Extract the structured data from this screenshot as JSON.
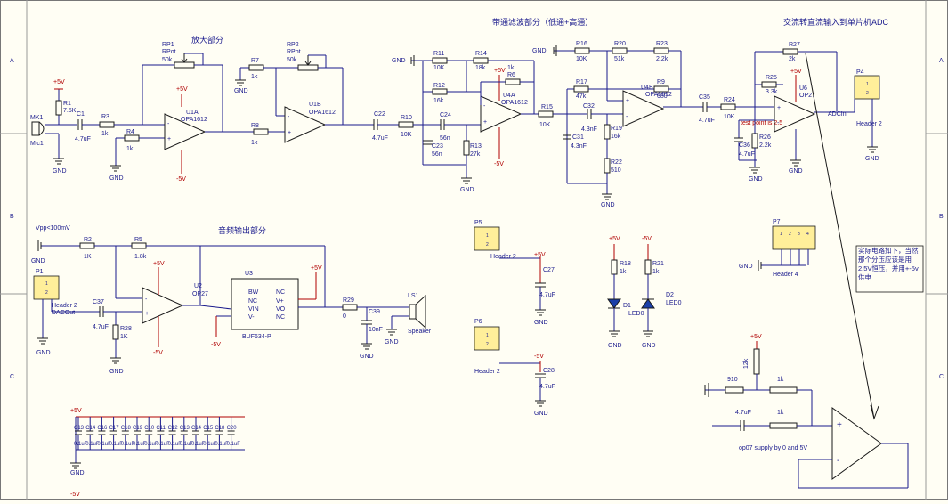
{
  "border_letters": [
    "A",
    "B",
    "C"
  ],
  "titles": {
    "amplifier": "放大部分",
    "bandpass": "带通滤波部分（低通+高通）",
    "ac_to_dc": "交流转直流输入到单片机ADC",
    "audio_out": "音频输出部分"
  },
  "rails": {
    "plus5": "+5V",
    "minus5": "-5V",
    "gnd": "GND"
  },
  "opamps": {
    "u1a": {
      "ref": "U1A",
      "part": "OPA1612"
    },
    "u1b": {
      "ref": "U1B",
      "part": "OPA1612"
    },
    "u4a": {
      "ref": "U4A",
      "part": "OPA1612"
    },
    "u4b": {
      "ref": "U4B",
      "part": "OPA1612"
    },
    "u6": {
      "ref": "U6",
      "part": "OP27"
    },
    "u2": {
      "ref": "U2",
      "part": "OP27"
    }
  },
  "mic": {
    "ref": "MK1",
    "name": "Mic1"
  },
  "pots": {
    "rp1": {
      "ref": "RP1",
      "type": "RPot",
      "value": "50k"
    },
    "rp2": {
      "ref": "RP2",
      "type": "RPot",
      "value": "50k"
    }
  },
  "resistors": {
    "r1": {
      "ref": "R1",
      "value": "7.5K"
    },
    "r3": {
      "ref": "R3",
      "value": "1k"
    },
    "r4": {
      "ref": "R4",
      "value": "1k"
    },
    "r7": {
      "ref": "R7",
      "value": "1k"
    },
    "r8": {
      "ref": "R8",
      "value": "1k"
    },
    "r10": {
      "ref": "R10",
      "value": "10K"
    },
    "r11": {
      "ref": "R11",
      "value": "10K"
    },
    "r12": {
      "ref": "R12",
      "value": "16k"
    },
    "r13": {
      "ref": "R13",
      "value": "27k"
    },
    "r14": {
      "ref": "R14",
      "value": "18k"
    },
    "r6": {
      "ref": "R6",
      "value": "1k"
    },
    "r15": {
      "ref": "R15",
      "value": "10K"
    },
    "r16": {
      "ref": "R16",
      "value": "10K"
    },
    "r17": {
      "ref": "R17",
      "value": "47k"
    },
    "r19": {
      "ref": "R19",
      "value": "16k"
    },
    "r22": {
      "ref": "R22",
      "value": "510"
    },
    "r20": {
      "ref": "R20",
      "value": "51k"
    },
    "r23": {
      "ref": "R23",
      "value": "2.2k"
    },
    "r9": {
      "ref": "R9",
      "value": "680"
    },
    "r24": {
      "ref": "R24",
      "value": "10K"
    },
    "r25": {
      "ref": "R25",
      "value": "3.3k"
    },
    "r26": {
      "ref": "R26",
      "value": "2.2k"
    },
    "r27": {
      "ref": "R27",
      "value": "2k"
    },
    "r2": {
      "ref": "R2",
      "value": "1K"
    },
    "r5": {
      "ref": "R5",
      "value": "1.8k"
    },
    "r28": {
      "ref": "R28",
      "value": "1K"
    },
    "r29": {
      "ref": "R29",
      "value": "0"
    },
    "r18": {
      "ref": "R18",
      "value": "1k"
    },
    "r21": {
      "ref": "R21",
      "value": "1k"
    }
  },
  "caps": {
    "c1": {
      "ref": "C1",
      "value": "4.7uF"
    },
    "c22": {
      "ref": "C22",
      "value": "4.7uF"
    },
    "c23": {
      "ref": "C23",
      "value": "56n"
    },
    "c24": {
      "ref": "C24",
      "value": "56n"
    },
    "c32": {
      "ref": "C32",
      "value": "4.3nF"
    },
    "c31": {
      "ref": "C31",
      "value": "4.3nF"
    },
    "c35": {
      "ref": "C35",
      "value": "4.7uF"
    },
    "c36": {
      "ref": "C36",
      "value": "4.7uF"
    },
    "c37": {
      "ref": "C37",
      "value": "4.7uF"
    },
    "c39": {
      "ref": "C39",
      "value": "10nF"
    },
    "c27": {
      "ref": "C27",
      "value": "4.7uF"
    },
    "c28": {
      "ref": "C28",
      "value": "4.7uF"
    }
  },
  "headers": {
    "p4": {
      "ref": "P4",
      "name": "Header 2",
      "net": "ADCIn"
    },
    "p1": {
      "ref": "P1",
      "name": "Header 2",
      "net": "DACOut"
    },
    "p5": {
      "ref": "P5",
      "name": "Header 2"
    },
    "p6": {
      "ref": "P6",
      "name": "Header 2"
    },
    "p7": {
      "ref": "P7",
      "name": "Header 4"
    }
  },
  "buffer": {
    "ref": "U3",
    "part": "BUF634-P",
    "pins": [
      "BW",
      "NC",
      "VIN",
      "V-",
      "NC",
      "V+",
      "VO",
      "NC"
    ]
  },
  "speaker": {
    "ref": "LS1",
    "name": "Speaker"
  },
  "leds": {
    "d1": {
      "ref": "D1",
      "name": "LED0"
    },
    "d2": {
      "ref": "D2",
      "name": "LED0"
    }
  },
  "notes": {
    "vpp": "Vpp<100mV",
    "test_point": "test point is 2.5",
    "chinese_note": "实际电路如下，当然那个分压应该是用2.5V恒压，并用+-5v供电",
    "op07": "op07 supply by 0 and 5V"
  },
  "inset": {
    "r_top": "12k",
    "r_left": "910",
    "r_mid": "1k",
    "r_bot": "1k",
    "cap": "4.7uF",
    "supply": "+5V"
  },
  "decoupling": {
    "caps": [
      "C13",
      "C14",
      "C16",
      "C17",
      "C18",
      "C19",
      "C10",
      "C11",
      "C12",
      "C13",
      "C14",
      "C15",
      "C18",
      "C20"
    ],
    "value": "0.1uF"
  },
  "bottom_rail": "-5V"
}
